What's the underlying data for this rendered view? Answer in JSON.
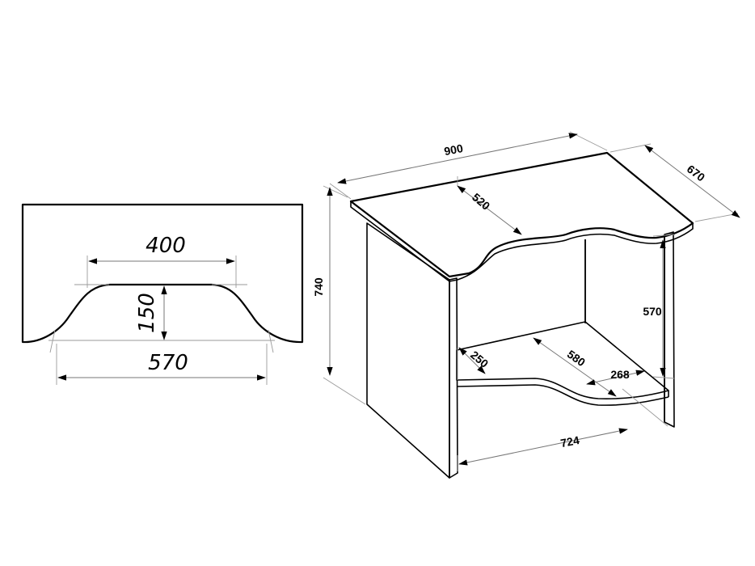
{
  "cutout_view": {
    "dim_top_width": "400",
    "dim_depth": "150",
    "dim_bottom_width": "570"
  },
  "desk_view": {
    "dim_width": "900",
    "dim_depth": "670",
    "dim_height": "740",
    "dim_top_inner_depth": "520",
    "dim_leg_height": "570",
    "dim_shelf_front": "250",
    "dim_shelf_depth": "580",
    "dim_shelf_side": "268",
    "dim_inner_width": "724"
  }
}
